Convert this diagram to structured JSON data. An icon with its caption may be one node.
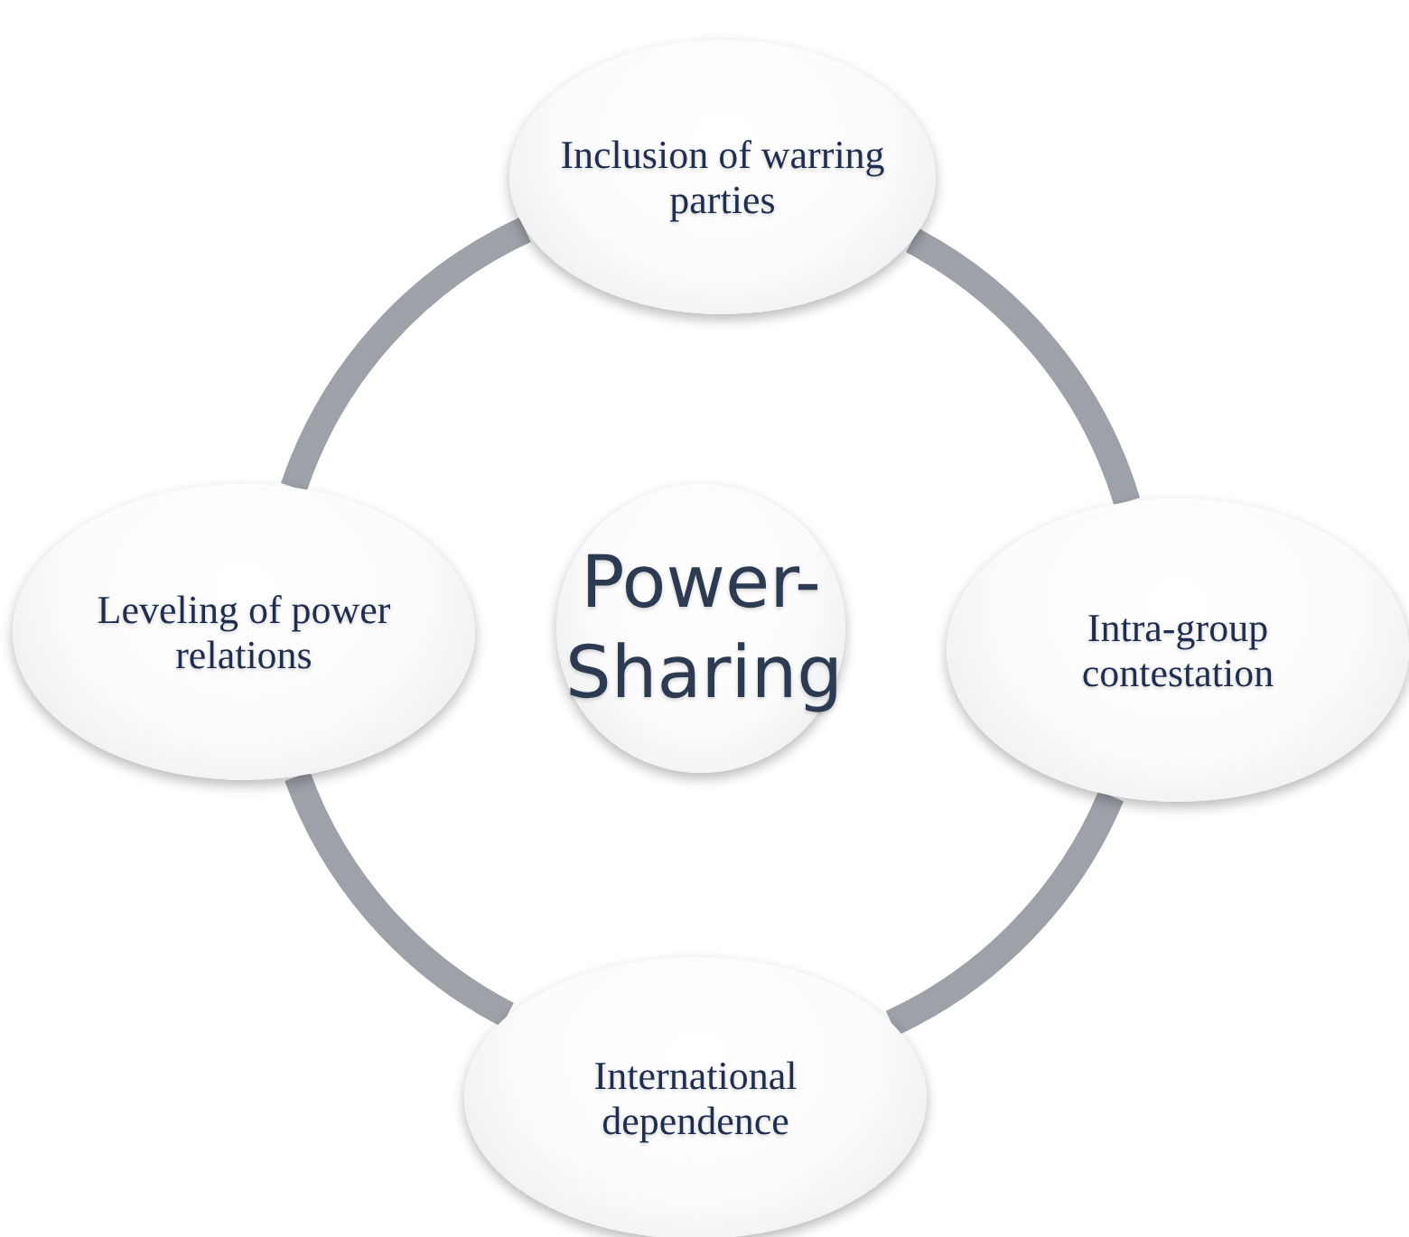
{
  "diagram": {
    "nodes": [
      {
        "text": [
          "Power-Sharing"
        ]
      },
      {
        "text": [
          "Inclusion of warring parties"
        ]
      },
      {
        "text": [
          "Intra-group contestation"
        ]
      },
      {
        "text": [
          "International dependence"
        ]
      },
      {
        "text": [
          "Leveling of power relations"
        ]
      }
    ],
    "edges": [
      {
        "from": 1,
        "to": 2,
        "arrow": "none"
      },
      {
        "from": 2,
        "to": 3,
        "arrow": "none"
      },
      {
        "from": 3,
        "to": 4,
        "arrow": "none"
      },
      {
        "from": 4,
        "to": 1,
        "arrow": "none"
      }
    ]
  }
}
